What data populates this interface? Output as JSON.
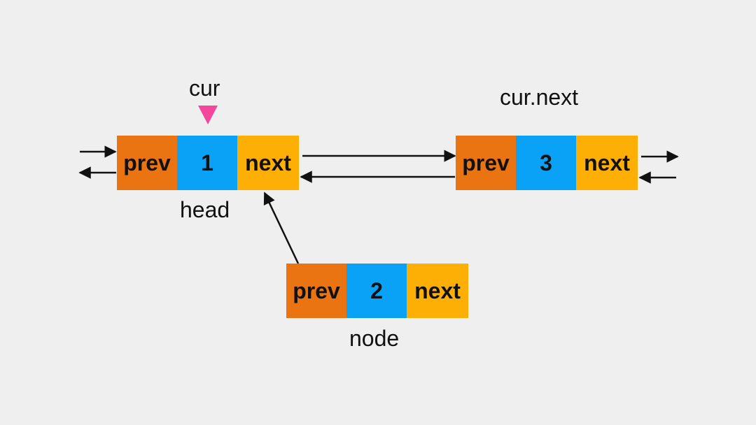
{
  "colors": {
    "background": "#efefef",
    "prev": "#ea7411",
    "val": "#09a2f6",
    "next": "#fdaf05",
    "pointer": "#f2479b",
    "arrow": "#111111"
  },
  "nodes": {
    "head": {
      "prev": "prev",
      "val": "1",
      "next": "next",
      "caption": "head"
    },
    "third": {
      "prev": "prev",
      "val": "3",
      "next": "next"
    },
    "new_node": {
      "prev": "prev",
      "val": "2",
      "next": "next",
      "caption": "node"
    }
  },
  "labels": {
    "cur": "cur",
    "cur_next": "cur.next"
  },
  "icons": {
    "pointer": "triangle-down-icon"
  }
}
